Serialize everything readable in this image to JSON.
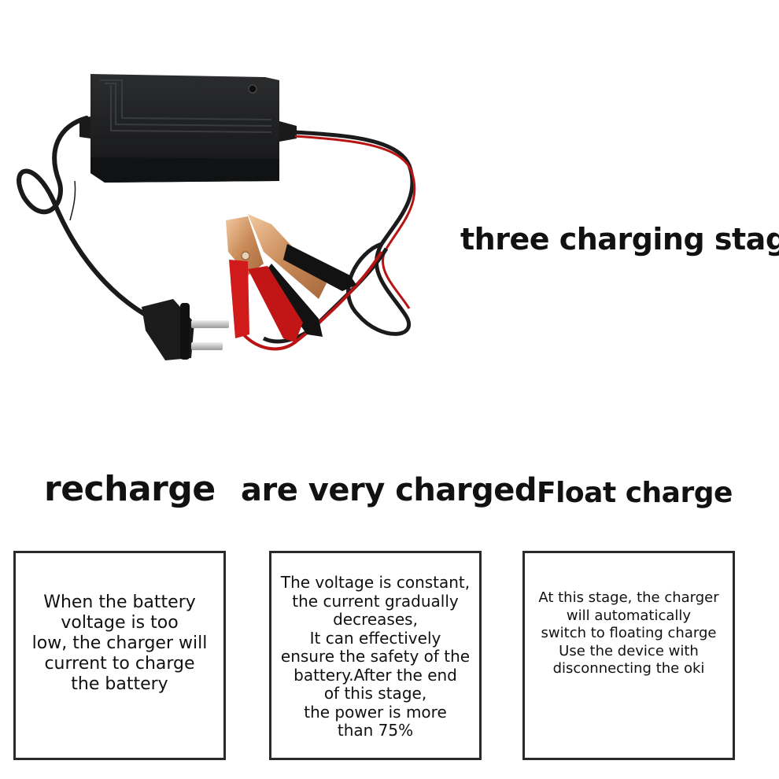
{
  "headline": "three charging stages",
  "stages": [
    {
      "title": "recharge",
      "lines": [
        "When the battery",
        "voltage is too",
        "low, the charger will",
        "current to charge",
        "the battery"
      ]
    },
    {
      "title": "are very charged",
      "lines": [
        "The voltage is constant,",
        "the current gradually",
        "decreases,",
        "It can effectively",
        "ensure the safety of the",
        "battery.After the end",
        "of this stage,",
        "the power is more",
        "than 75%"
      ]
    },
    {
      "title": "Float charge",
      "lines": [
        "At this stage, the charger",
        "will automatically",
        "switch to floating charge",
        "Use the device with",
        "disconnecting the oki"
      ]
    }
  ],
  "colors": {
    "charger_body": "#1e1f20",
    "red_clip": "#d11a1a",
    "black_clip": "#1a1a1a",
    "clip_metal": "#d8a070",
    "plug_prong": "#c9c9c9",
    "border": "#2a2a2a"
  }
}
